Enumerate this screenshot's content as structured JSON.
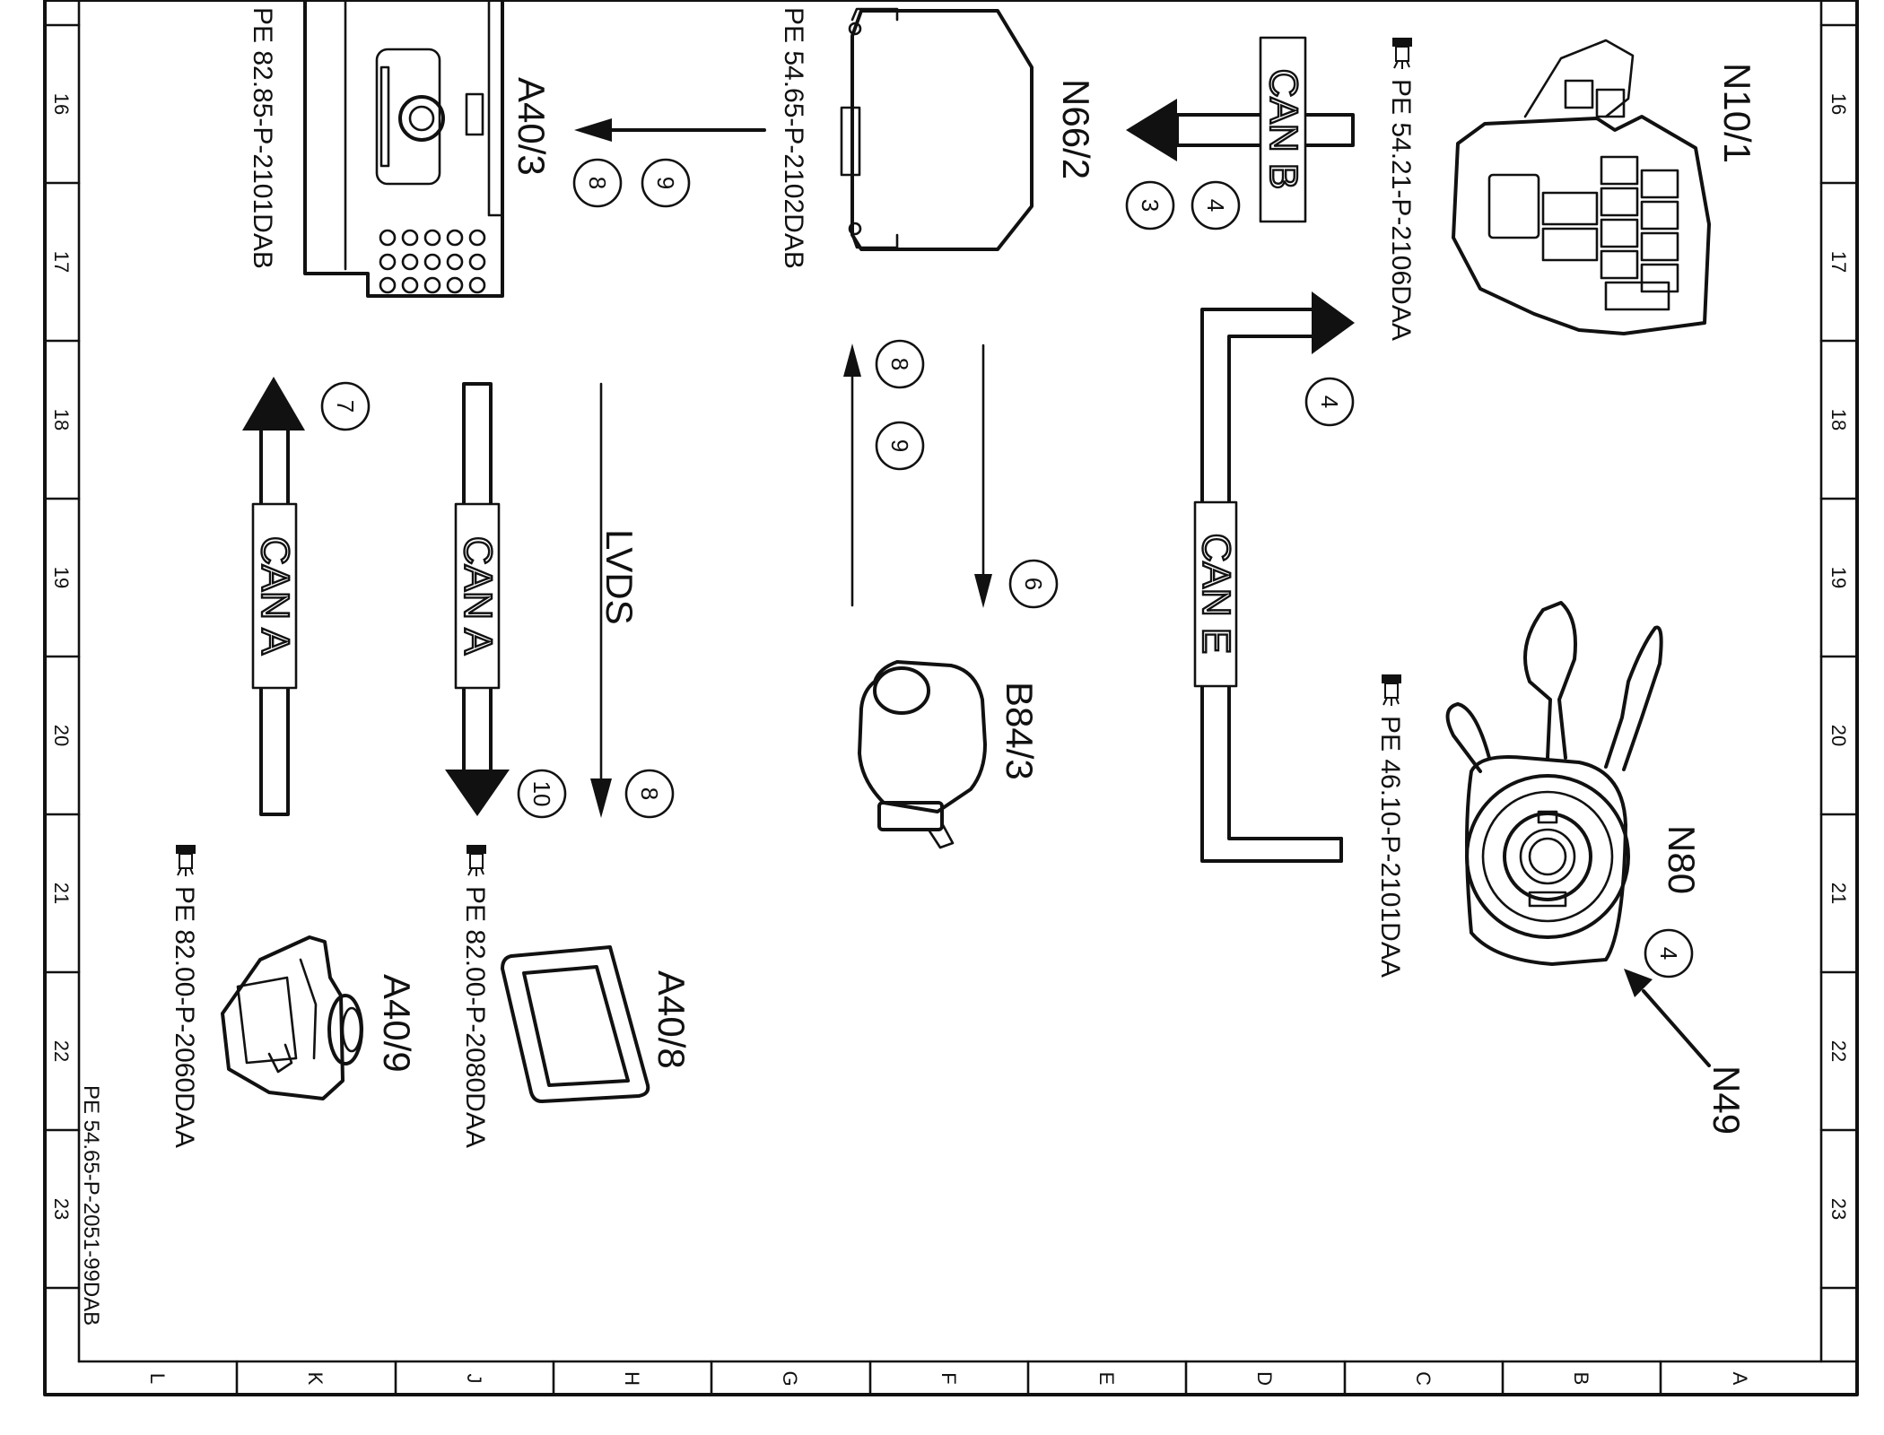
{
  "border": {
    "rows": [
      "16",
      "17",
      "18",
      "19",
      "20",
      "21",
      "22",
      "23"
    ],
    "cols": [
      "L",
      "K",
      "J",
      "H",
      "G",
      "F",
      "E",
      "D",
      "C",
      "B",
      "A"
    ]
  },
  "components": {
    "a40_3": {
      "code": "A40/3",
      "ref": "PE 82.85-P-2101DAB",
      "nums": [
        "9",
        "8"
      ]
    },
    "n66_2": {
      "code": "N66/2",
      "ref": "PE 54.65-P-2102DAB",
      "nums": [
        "4",
        "3"
      ]
    },
    "n10_1": {
      "code": "N10/1",
      "ref": "PE 54.21-P-2106DAA"
    },
    "b84_3": {
      "code": "B84/3"
    },
    "n80": {
      "code": "N80",
      "ref": "PE 46.10-P-2101DAA"
    },
    "n49": {
      "code": "N49"
    },
    "a40_8": {
      "code": "A40/8",
      "ref": "PE 82.00-P-2080DAA"
    },
    "a40_9": {
      "code": "A40/9",
      "ref": "PE 82.00-P-2060DAA"
    }
  },
  "buses": {
    "can_b": "CAN B",
    "can_e": "CAN E",
    "can_a_left": "CAN A",
    "can_a_mid": "CAN A",
    "lvds": "LVDS"
  },
  "markers": {
    "n10_1_in": "4",
    "n80_ref": "4",
    "b84_up_top": "8",
    "b84_up_bot": "9",
    "b84_down": "6",
    "can_a_left": "7",
    "can_a_mid": "10",
    "lvds": "8"
  },
  "footer_code": "PE 54.65-P-2051-99DAB"
}
